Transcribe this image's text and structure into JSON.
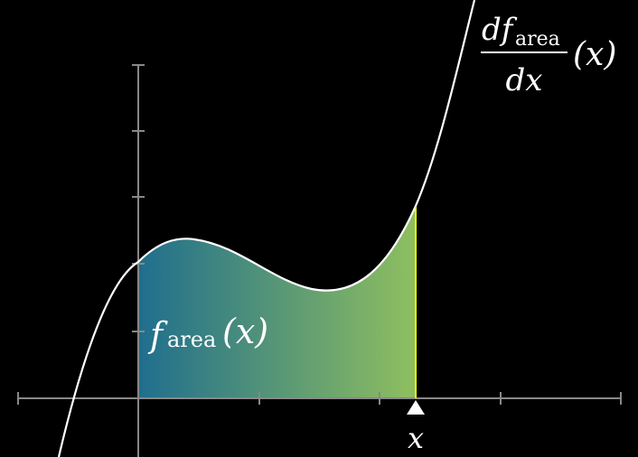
{
  "labels": {
    "area_f": "f",
    "area_sub": "area",
    "area_arg": "(x)",
    "deriv_num_d": "df",
    "deriv_num_sub": "area",
    "deriv_den": "dx",
    "deriv_arg": "(x)",
    "x_marker": "x"
  },
  "colors": {
    "background": "#000000",
    "axis": "#888888",
    "curve": "#ffffff",
    "gradient_start": "#1f6e8e",
    "gradient_end": "#8fbf5f",
    "boundary": "#ffff00",
    "marker": "#ffffff"
  },
  "icons": {
    "x_marker": "triangle-up-icon"
  }
}
